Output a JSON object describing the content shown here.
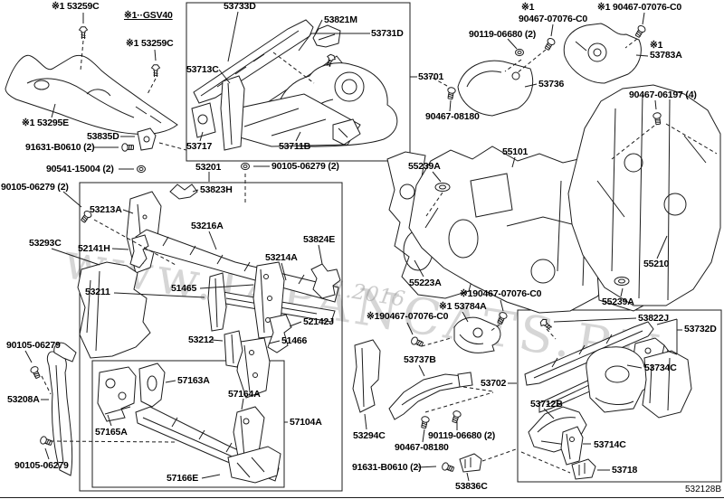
{
  "watermark": {
    "site": "www.JAPANCATS.RU",
    "date": ".11.2016"
  },
  "labels": {
    "clip_top": "※1 53259C",
    "model_note": "※1··GSV40",
    "clip_top2": "※1 53259C",
    "under_cover": "※1 53295E",
    "p53835d": "53835D",
    "p91631_top": "91631-B0610 (2)",
    "p90541": "90541-15004 (2)",
    "p90105_2_left": "90105-06279 (2)",
    "p53733d": "53733D",
    "p53821m": "53821M",
    "p53731d": "53731D",
    "p53713c": "53713C",
    "p53717": "53717",
    "p53711b": "53711B",
    "p53701": "53701",
    "p53201": "53201",
    "p90105_2_mid": "90105-06279 (2)",
    "star1_left": "※1",
    "p90467_07076_left": "90467-07076-C0",
    "p90467_07076_right": "※1 90467-07076-C0",
    "p90119_top": "90119-06680 (2)",
    "star1_right": "※1",
    "p53783a": "53783A",
    "p53736": "53736",
    "p90467_08180_top": "90467-08180",
    "p90467_06197": "90467-06197 (4)",
    "p55239a_top": "55239A",
    "p55101": "55101",
    "p55210": "55210",
    "p55223a": "55223A",
    "p55239a_bottom": "55239A",
    "p190467_upper": "※190467-07076-C0",
    "p53784a": "※1 53784A",
    "p190467_lower": "※190467-07076-C0",
    "p53823h": "53823H",
    "p53213a": "53213A",
    "p53216a": "53216A",
    "p53293c": "53293C",
    "p52141h": "52141H",
    "p53211": "53211",
    "p51465": "51465",
    "p53824e": "53824E",
    "p53214a": "53214A",
    "p52142j": "52142J",
    "p53212": "53212",
    "p51466": "51466",
    "p90105_top": "90105-06279",
    "p53208a": "53208A",
    "p57163a": "57163A",
    "p57165a": "57165A",
    "p57164a": "57164A",
    "p57104a": "57104A",
    "p57166e": "57166E",
    "p90105_bottom": "90105-06279",
    "p53737b": "53737B",
    "p53702": "53702",
    "p53294c": "53294C",
    "p90119_bottom": "90119-06680 (2)",
    "p90467_08180_bottom": "90467-08180",
    "p91631_bottom": "91631-B0610 (2)",
    "p53836c": "53836C",
    "p53822j": "53822J",
    "p53732d": "53732D",
    "p53734c": "53734C",
    "p53712b": "53712B",
    "p53714c": "53714C",
    "p53718": "53718",
    "drawing_number": "532128B"
  }
}
